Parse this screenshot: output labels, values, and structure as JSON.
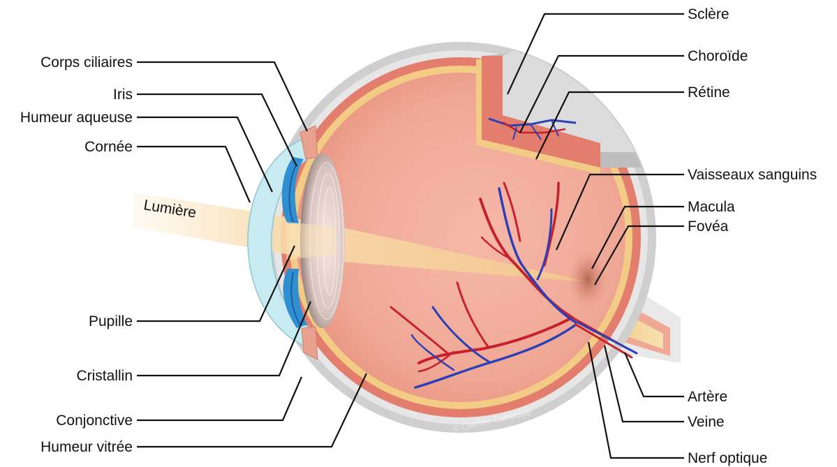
{
  "diagram": {
    "labels_left": {
      "corps_ciliaires": "Corps ciliaires",
      "iris": "Iris",
      "humeur_aqueuse": "Humeur aqueuse",
      "cornee": "Cornée",
      "pupille": "Pupille",
      "cristallin": "Cristallin",
      "conjonctive": "Conjonctive",
      "humeur_vitree": "Humeur vitrée"
    },
    "labels_right": {
      "sclere": "Sclère",
      "choroide": "Choroïde",
      "retine": "Rétine",
      "vaisseaux_sanguins": "Vaisseaux sanguins",
      "macula": "Macula",
      "fovea": "Fovéa",
      "artere": "Artère",
      "veine": "Veine",
      "nerf_optique": "Nerf optique"
    },
    "light_label": "Lumière",
    "credit": "© Clarisse Cornebise"
  },
  "colors": {
    "sclera": "#c9c9c9",
    "choroid": "#e27a6b",
    "retina": "#f2cc84",
    "vitreous": "#f0a898",
    "cornea": "#bfe6ee",
    "iris": "#2f8fd0",
    "artery": "#c8202a",
    "vein": "#2b3fb8",
    "light": "#f6d9a6"
  }
}
